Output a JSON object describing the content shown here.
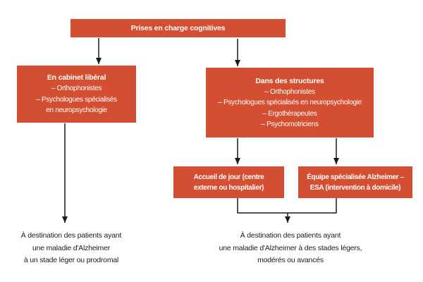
{
  "diagram": {
    "title_box": {
      "label": "Prises en charge cognitives"
    },
    "left_branch": {
      "box": {
        "title": "En cabinet libéral",
        "items": [
          "– Orthophonistes",
          "– Psychologues spécialisés\nen neuropsychologie"
        ]
      },
      "note": "À destination des patients ayant\nune maladie d'Alzheimer\nà un stade léger ou prodromal"
    },
    "right_branch": {
      "box": {
        "title": "Dans des structures",
        "items": [
          "– Orthophonistes",
          "– Psychologues spécialisés en neuropsychologie",
          "– Ergothérapeutes",
          "– Psychomotriciens"
        ]
      },
      "children": [
        {
          "label": "Accueil de jour (centre\nexterne ou hospitalier)"
        },
        {
          "label": "Équipe spécialisée Alzheimer –\nESA (intervention à domicile)"
        }
      ],
      "note": "À destination des patients ayant\nune maladie d'Alzheimer à des stades légers,\nmodérés ou avancés"
    },
    "colors": {
      "box_fill": "#d44f31",
      "box_text": "#ffffff",
      "connector": "#1a1a1a",
      "note_text": "#1c1c1c",
      "background": "#ffffff"
    }
  }
}
